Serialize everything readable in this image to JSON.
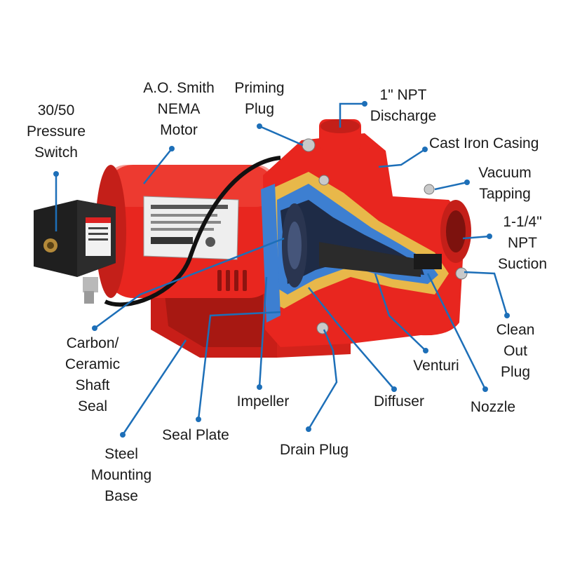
{
  "colors": {
    "pump_red": "#e8261f",
    "leader_blue": "#1d6fb8",
    "cutaway_yellow": "#e8b84a",
    "cutaway_blue": "#3d7fd1"
  },
  "labels": {
    "pressure_switch": [
      "30/50",
      "Pressure",
      "Switch"
    ],
    "motor": [
      "A.O. Smith",
      "NEMA",
      "Motor"
    ],
    "priming_plug": [
      "Priming",
      "Plug"
    ],
    "discharge": [
      "1\" NPT",
      "Discharge"
    ],
    "casing": [
      "Cast Iron Casing"
    ],
    "vacuum_tapping": [
      "Vacuum",
      "Tapping"
    ],
    "suction": [
      "1-1/4\"",
      "NPT",
      "Suction"
    ],
    "clean_out_plug": [
      "Clean",
      "Out",
      "Plug"
    ],
    "nozzle": [
      "Nozzle"
    ],
    "venturi": [
      "Venturi"
    ],
    "diffuser": [
      "Diffuser"
    ],
    "drain_plug": [
      "Drain Plug"
    ],
    "impeller": [
      "Impeller"
    ],
    "seal_plate": [
      "Seal Plate"
    ],
    "shaft_seal": [
      "Carbon/",
      "Ceramic",
      "Shaft",
      "Seal"
    ],
    "mounting_base": [
      "Steel",
      "Mounting",
      "Base"
    ]
  }
}
